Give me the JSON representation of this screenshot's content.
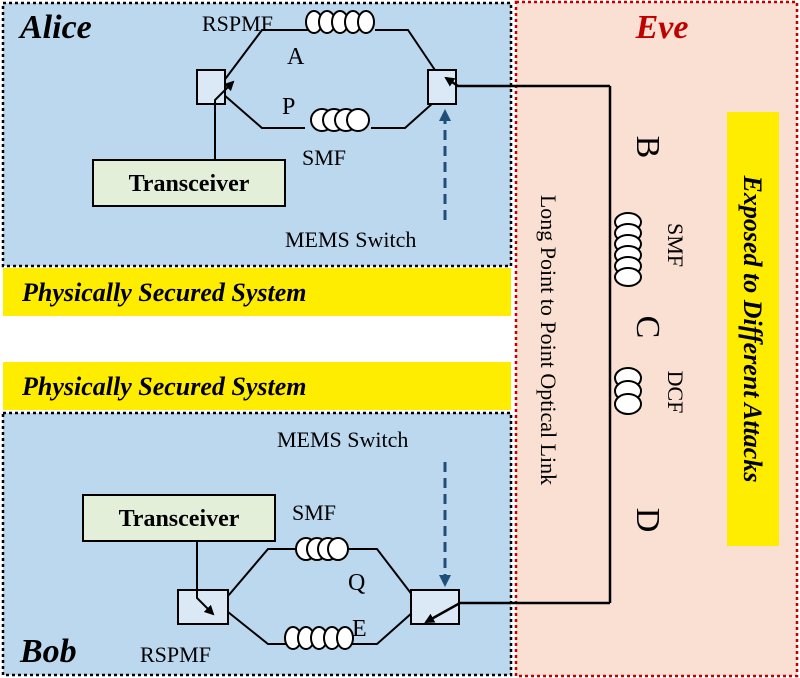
{
  "colors": {
    "alice_bob_bg": "#bcd8ef",
    "eve_bg": "#f9e0d2",
    "eve_border": "#c00000",
    "eve_title": "#c00000",
    "highlight": "#ffed00",
    "transceiver_bg": "#e3efd9",
    "coupler_bg": "#dbe9f6",
    "mems_arrow": "#1f4e79",
    "line": "#000000"
  },
  "alice": {
    "title": "Alice",
    "transceiver": "Transceiver",
    "rspmf": "RSPMF",
    "path_a": "A",
    "path_p": "P",
    "smf": "SMF",
    "mems": "MEMS Switch"
  },
  "secured": {
    "top": "Physically Secured System",
    "bottom": "Physically Secured System"
  },
  "bob": {
    "title": "Bob",
    "transceiver": "Transceiver",
    "rspmf": "RSPMF",
    "path_q": "Q",
    "path_e": "E",
    "smf": "SMF",
    "mems": "MEMS Switch"
  },
  "eve": {
    "title": "Eve",
    "link": "Long Point to Point Optical Link",
    "point_b": "B",
    "point_c": "C",
    "point_d": "D",
    "smf": "SMF",
    "dcf": "DCF",
    "attacks": "Exposed to Different Attacks"
  }
}
